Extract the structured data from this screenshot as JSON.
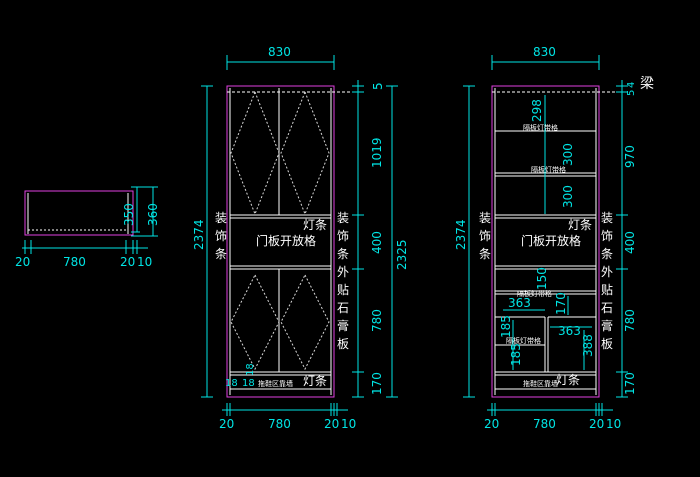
{
  "colors": {
    "background": "#000000",
    "dimension": "#00e5e5",
    "outline": "#e040e0",
    "panel": "#ffffff",
    "hidden": "#d8d8d8",
    "text": "#ffffff"
  },
  "plan": {
    "depth": "350",
    "depth_total": "360",
    "left": "20",
    "middle": "780",
    "right": "20",
    "end": "10"
  },
  "elev1": {
    "width": "830",
    "height": "2374",
    "total": "2325",
    "beam": "5",
    "seg_top": "1019",
    "seg_mid": "400",
    "seg_low": "780",
    "seg_bot": "170",
    "left": "20",
    "middle": "780",
    "right": "20",
    "end": "10",
    "small": "18",
    "label_left": [
      "装",
      "饰",
      "条"
    ],
    "label_right": [
      "装",
      "饰",
      "条",
      "外",
      "贴",
      "石",
      "膏",
      "板"
    ],
    "open_grid": "门板开放格",
    "light_strip": "灯条",
    "light_strip_2": "灯条",
    "bottom_small": "拖鞋区靠墙"
  },
  "elev2": {
    "width": "830",
    "height": "2374",
    "beam": "梁",
    "top_a": "5",
    "top_b": "4",
    "seg_upper": "970",
    "seg_mid": "400",
    "seg_low": "780",
    "seg_bot": "170",
    "left": "20",
    "middle": "780",
    "right": "20",
    "end": "10",
    "label_left": [
      "装",
      "饰",
      "条"
    ],
    "label_right": [
      "装",
      "饰",
      "条",
      "外",
      "贴",
      "石",
      "膏",
      "板"
    ],
    "shelf_gap_1": "298",
    "shelf_gap_2": "300",
    "shelf_gap_3": "300",
    "shelf_label_1": "隔板灯带格",
    "shelf_label_2": "隔板灯带格",
    "shelf_label_3": "隔板灯带格",
    "shelf_label_4": "隔板灯带格",
    "open_grid": "门板开放格",
    "light_strip": "灯条",
    "light_strip_2": "灯条",
    "low_150": "150",
    "low_363a": "363",
    "low_170": "170",
    "low_363b": "363",
    "low_185a": "185",
    "low_185b": "185",
    "low_388": "388",
    "bottom_small": "拖鞋区靠墙"
  }
}
